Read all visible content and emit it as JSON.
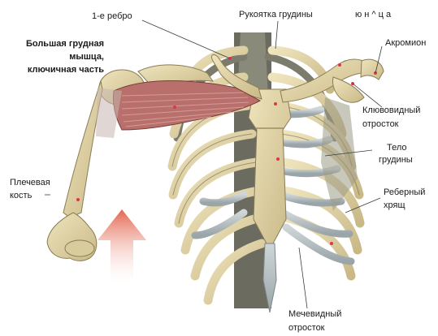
{
  "labels": {
    "rib1": "1-е ребро",
    "manubrium": "Рукоятка грудины",
    "clavicle": "ю н ^ ц а",
    "acromion": "Акромион",
    "pectoralis_l1": "Большая грудная",
    "pectoralis_l2": "мышца,",
    "pectoralis_l3": "ключичная часть",
    "coracoid_l1": "Клювовидный",
    "coracoid_l2": "отросток",
    "body_l1": "Тело",
    "body_l2": "грудины",
    "humerus_l1": "Плечевая",
    "humerus_l2": "кость",
    "costal_l1": "Реберный",
    "costal_l2": "хрящ",
    "xiphoid_l1": "Мечевидный",
    "xiphoid_l2": "отросток"
  },
  "colors": {
    "bone": "#e3d6a8",
    "bone_shade": "#b9aa76",
    "cartilage": "#b9c3c6",
    "muscle": "#b9706c",
    "arrow": "#e06a55",
    "marker": "#e0344a"
  }
}
